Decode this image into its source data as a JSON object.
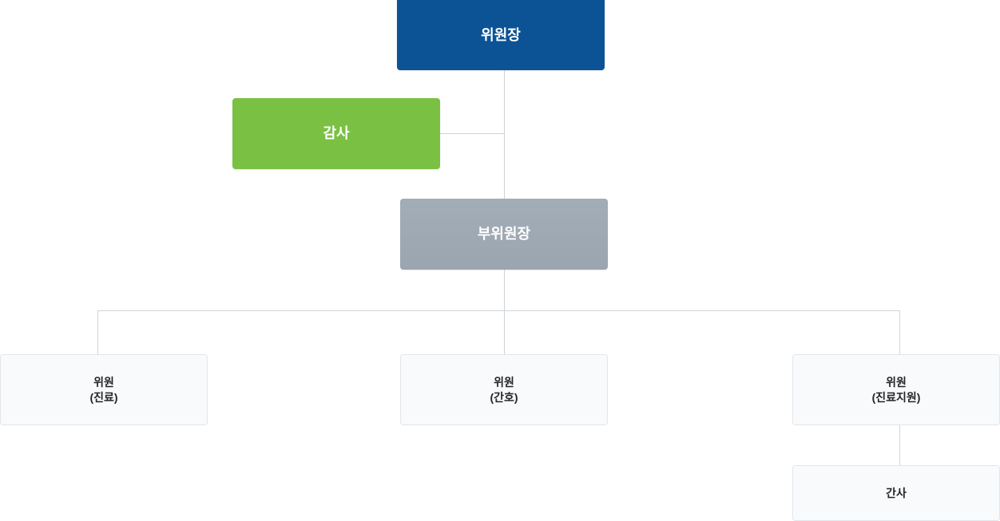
{
  "chart_data": {
    "type": "diagram",
    "diagram_type": "organization-chart",
    "title": "",
    "nodes": [
      {
        "id": "chair",
        "label": "위원장",
        "level": 0,
        "style": "blue",
        "color": "#0b5394",
        "text_color": "#ffffff"
      },
      {
        "id": "auditor",
        "label": "감사",
        "level": 1,
        "style": "green",
        "color": "#7ac143",
        "text_color": "#ffffff"
      },
      {
        "id": "vice",
        "label": "부위원장",
        "level": 1,
        "style": "grey",
        "color": "#9aa5b0",
        "text_color": "#ffffff"
      },
      {
        "id": "member1",
        "label": "위원\n(진료)",
        "level": 2,
        "style": "light",
        "color": "#f9fafc",
        "text_color": "#222629"
      },
      {
        "id": "member2",
        "label": "위원\n(간호)",
        "level": 2,
        "style": "light",
        "color": "#f9fafc",
        "text_color": "#222629"
      },
      {
        "id": "member3",
        "label": "위원\n(진료지원)",
        "level": 2,
        "style": "light",
        "color": "#f9fafc",
        "text_color": "#222629"
      },
      {
        "id": "secretary",
        "label": "간사",
        "level": 3,
        "style": "light",
        "color": "#f9fafc",
        "text_color": "#222629"
      }
    ],
    "edges": [
      {
        "from": "chair",
        "to": "vice",
        "type": "vertical"
      },
      {
        "from": "chair",
        "to": "auditor",
        "type": "staff-branch"
      },
      {
        "from": "vice",
        "to": "member1",
        "type": "elbow"
      },
      {
        "from": "vice",
        "to": "member2",
        "type": "vertical"
      },
      {
        "from": "vice",
        "to": "member3",
        "type": "elbow"
      },
      {
        "from": "member3",
        "to": "secretary",
        "type": "vertical"
      }
    ],
    "line_color": "#cfd4d8"
  },
  "chart": {
    "chair": {
      "label": "위원장"
    },
    "auditor": {
      "label": "감사"
    },
    "vice": {
      "label": "부위원장"
    },
    "members": [
      {
        "label": "위원\n(진료)"
      },
      {
        "label": "위원\n(간호)"
      },
      {
        "label": "위원\n(진료지원)"
      }
    ],
    "secretary": {
      "label": "간사"
    }
  }
}
